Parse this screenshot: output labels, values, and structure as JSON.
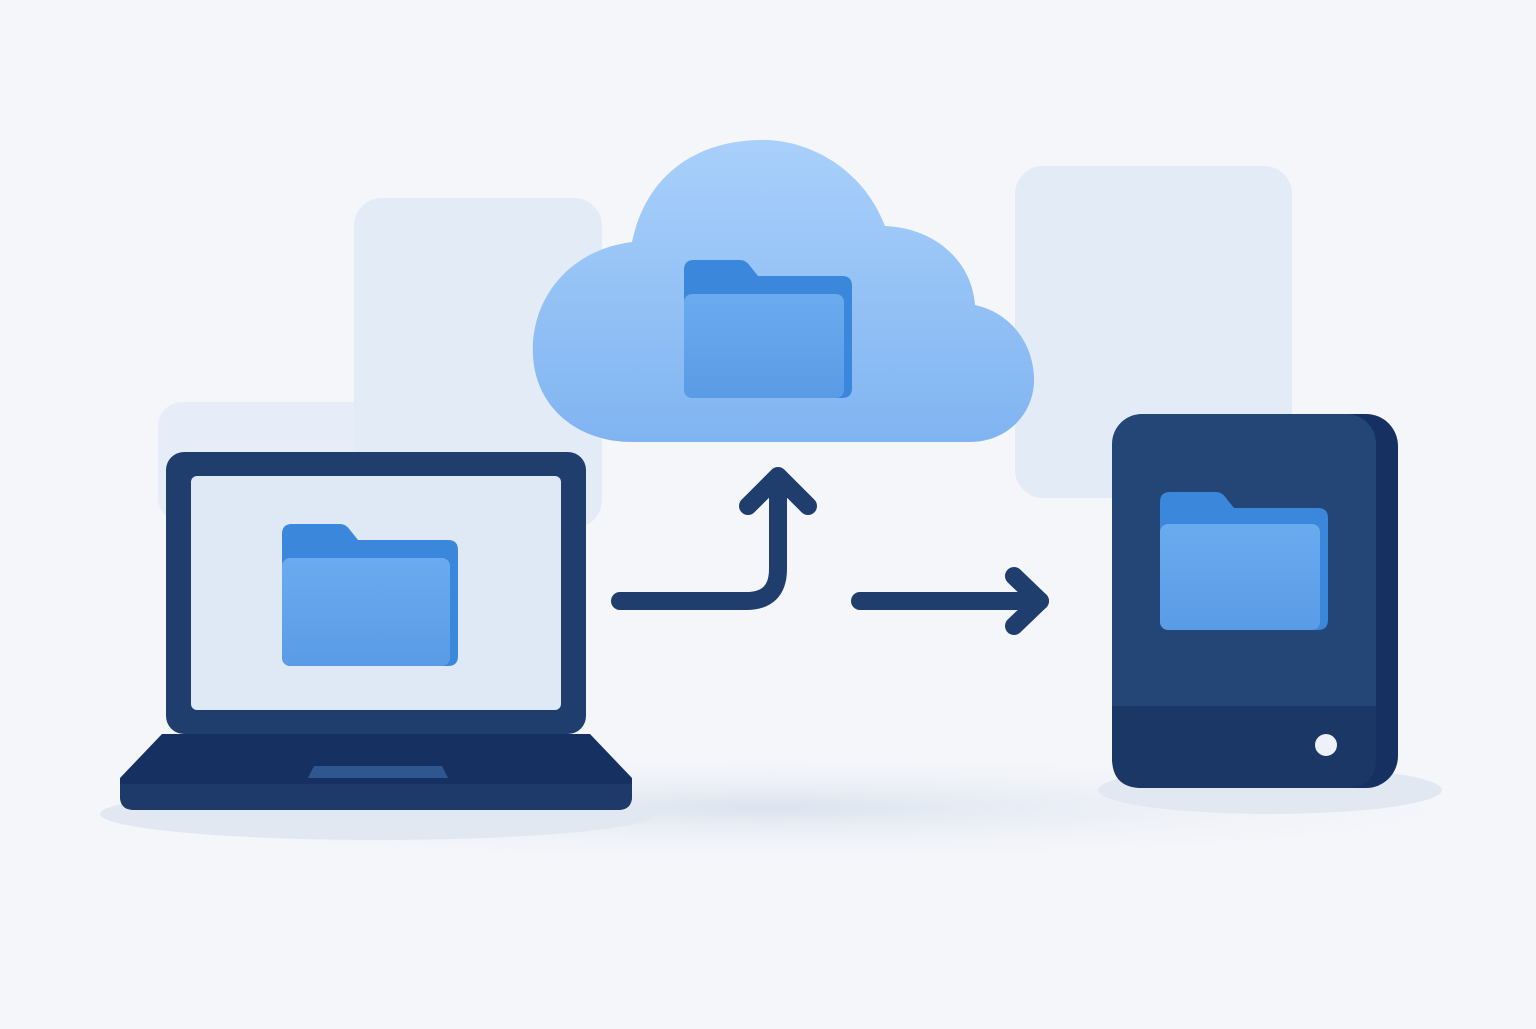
{
  "diagram": {
    "nodes": [
      {
        "id": "laptop",
        "kind": "laptop",
        "contains": "folder-icon"
      },
      {
        "id": "cloud",
        "kind": "cloud",
        "contains": "folder-icon"
      },
      {
        "id": "drive",
        "kind": "external-drive",
        "contains": "folder-icon"
      }
    ],
    "edges": [
      {
        "from": "laptop",
        "to": "cloud",
        "style": "elbow-arrow"
      },
      {
        "from": "laptop",
        "to": "drive",
        "style": "straight-arrow"
      }
    ]
  },
  "colors": {
    "background": "#f5f6fa",
    "navy": "#1f3e6e",
    "navy_dark": "#163161",
    "screen": "#dfe8f5",
    "folder_front": "#63a4ec",
    "folder_back": "#3a87db",
    "cloud_top": "#a9d0fb",
    "cloud_bottom": "#80b4f1",
    "ghost_panel": "#e3ebf7",
    "shadow": "#e3e9f3"
  },
  "icons": [
    "laptop-icon",
    "cloud-icon",
    "external-drive-icon",
    "folder-icon",
    "arrow-icon"
  ]
}
